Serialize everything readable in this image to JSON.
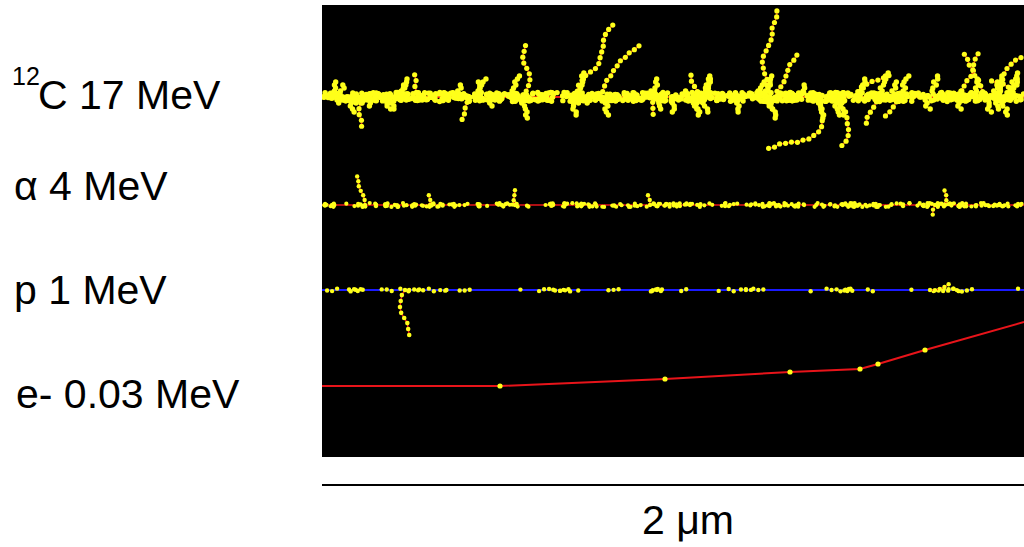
{
  "diagram": {
    "labels": [
      "12",
      "C 17 MeV",
      "α 4 MeV",
      "p 1 MeV",
      "e- 0.03 MeV",
      "2 μm"
    ]
  }
}
